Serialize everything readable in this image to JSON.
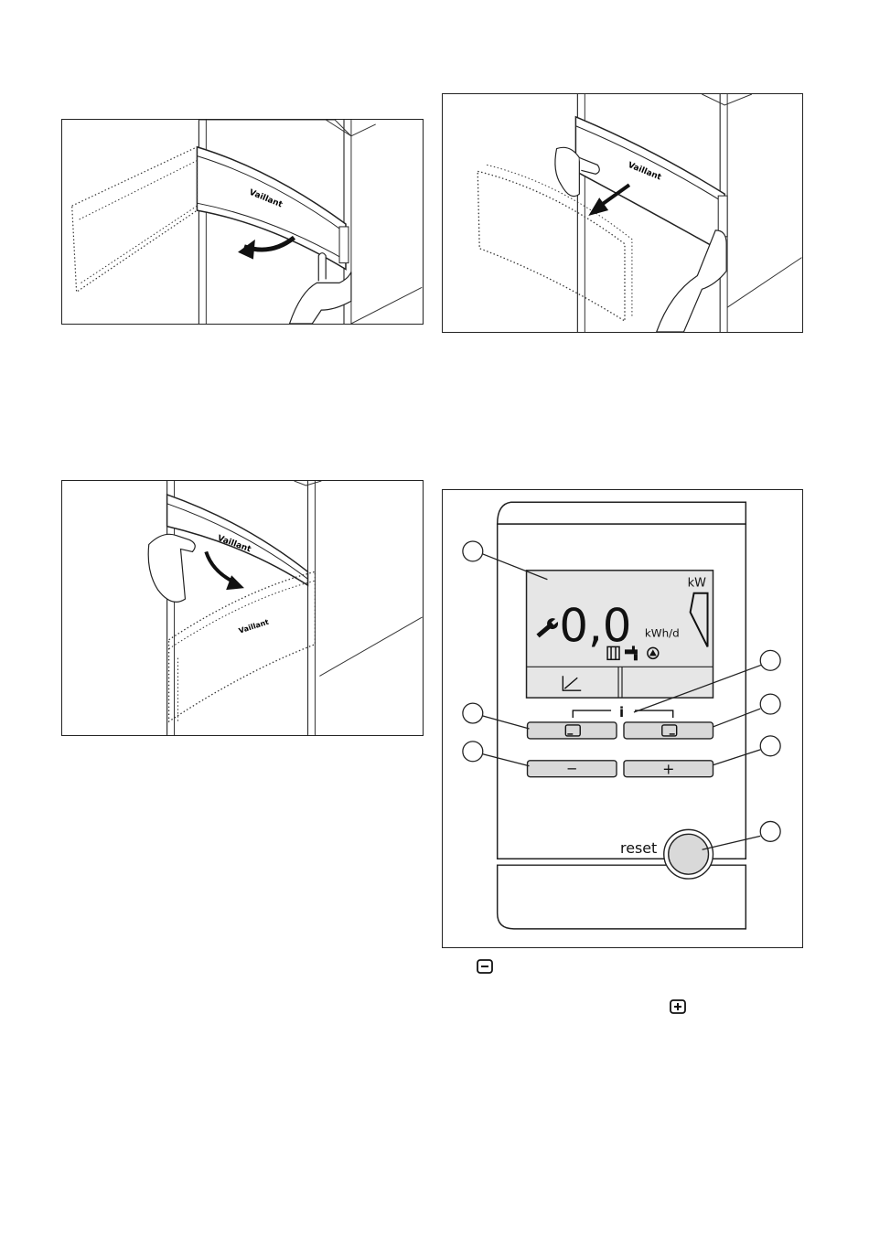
{
  "figures": [
    {
      "id": "fig-1",
      "illustration": "remove-front-panel-tilt"
    },
    {
      "id": "fig-2",
      "illustration": "remove-front-panel-pull"
    },
    {
      "id": "fig-3",
      "illustration": "refit-front-panel"
    },
    {
      "id": "fig-4",
      "illustration": "control-panel"
    }
  ],
  "brand_logo_text": "Vaillant",
  "control_panel": {
    "display": {
      "value": "0,0",
      "unit": "kWh/d",
      "power_unit": "kW",
      "wrench_icon": "wrench-icon",
      "status_icons": [
        "radiator-icon",
        "tap-icon",
        "pump-icon"
      ],
      "left_softkey_icon": "chart-icon"
    },
    "info_label": "i",
    "minus_label": "−",
    "plus_label": "+",
    "reset_label": "reset"
  },
  "inline_icons": [
    "minus-key-icon",
    "plus-key-icon"
  ]
}
